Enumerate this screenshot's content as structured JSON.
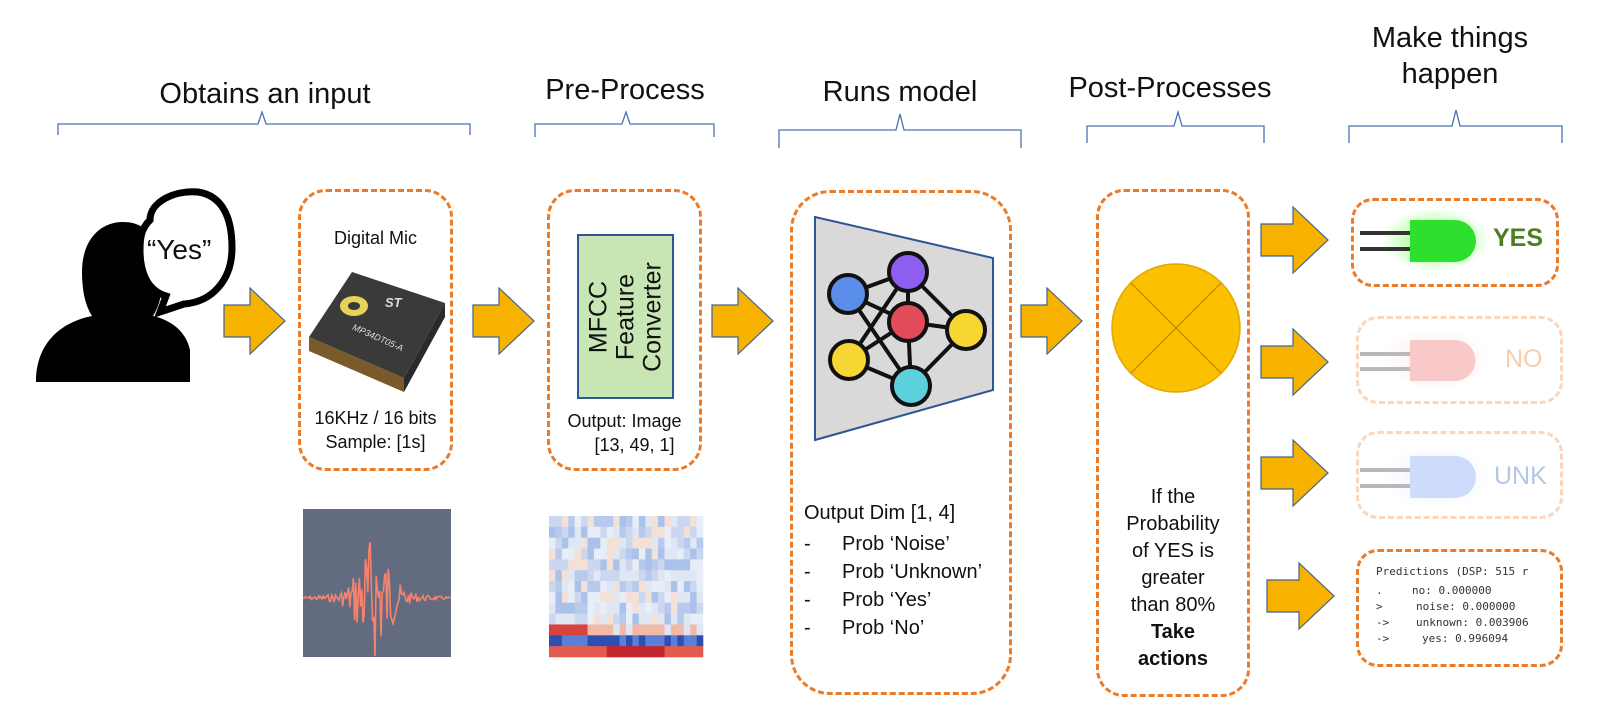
{
  "stages": [
    {
      "title_line1": "Obtains an input"
    },
    {
      "title_line1": "Pre-Process"
    },
    {
      "title_line1": "Runs model"
    },
    {
      "title_line1": "Post-Processes"
    },
    {
      "title_line1": "Make things",
      "title_line2": "happen"
    }
  ],
  "input": {
    "speech_bubble": "“Yes”",
    "mic_label": "Digital Mic",
    "chip_brand": "ST",
    "chip_model": "MP34DT05-A",
    "sample_rate": "16KHz / 16 bits",
    "sample_length": "Sample: [1s]"
  },
  "preprocess": {
    "converter_lines": [
      "MFCC",
      "Feature",
      "Converter"
    ],
    "output_line1": "Output: Image",
    "output_line2": "[13, 49, 1]"
  },
  "model": {
    "output_dim": "Output Dim [1, 4]",
    "outputs": [
      "Prob ‘Noise’",
      "Prob ‘Unknown’",
      "Prob ‘Yes’",
      "Prob ‘No’"
    ],
    "bullet": "-"
  },
  "postprocess": {
    "lines": [
      "If the",
      "Probability",
      "of YES is",
      "greater",
      "than 80%"
    ],
    "bold_lines": [
      "Take",
      "actions"
    ]
  },
  "outputs": {
    "yes_label": "YES",
    "no_label": "NO",
    "unk_label": "UNK",
    "predictions_header": "Predictions (DSP: 515 r",
    "predictions": [
      {
        "marker": ".",
        "text": "no: 0.000000"
      },
      {
        "marker": ">",
        "text": "noise: 0.000000"
      },
      {
        "marker": "->",
        "text": "unknown: 0.003906"
      },
      {
        "marker": "->",
        "text": "yes: 0.996094"
      }
    ]
  },
  "colors": {
    "dash_orange": "#ec7a26",
    "arrow_fill": "#f7b200",
    "arrow_stroke": "#3f6390",
    "brace": "#4a72b4",
    "led_yes": "#2ee02e",
    "led_no": "#f28a8a",
    "led_unk": "#8fb2f5",
    "yes_text": "#4e7d22",
    "no_text": "#f7cdb0",
    "unk_text": "#b5c6e6",
    "converter_fill": "#c7e6b4",
    "converter_stroke": "#2f5597",
    "node_blue": "#5b8ee8",
    "node_purple": "#8d5ef0",
    "node_red": "#e24b59",
    "node_yellow": "#f7d533",
    "node_cyan": "#5cd0db",
    "waveform_bg": "#626b80",
    "waveform": "#f7836c",
    "sum_circle": "#fbc000"
  },
  "icons": [
    "person-silhouette-icon",
    "speech-bubble-icon",
    "microphone-chip-icon",
    "waveform-icon",
    "spectrogram-icon",
    "neural-network-icon",
    "sum-junction-icon",
    "led-icon",
    "arrow-right-icon"
  ]
}
